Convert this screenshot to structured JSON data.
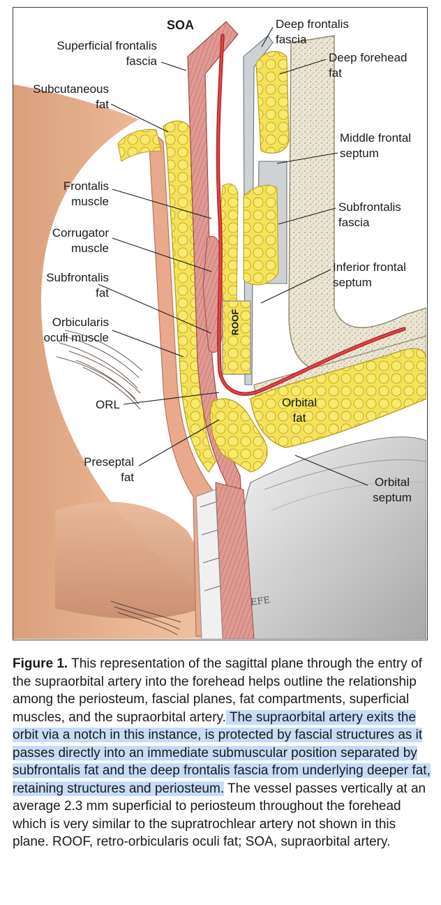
{
  "figure": {
    "labels": {
      "soa": "SOA",
      "superficial_frontalis_fascia_1": "Superficial frontalis",
      "superficial_frontalis_fascia_2": "fascia",
      "subcutaneous_fat_1": "Subcutaneous",
      "subcutaneous_fat_2": "fat",
      "frontalis_muscle_1": "Frontalis",
      "frontalis_muscle_2": "muscle",
      "corrugator_muscle_1": "Corrugator",
      "corrugator_muscle_2": "muscle",
      "subfrontalis_fat_1": "Subfrontalis",
      "subfrontalis_fat_2": "fat",
      "orbicularis_oculi_1": "Orbicularis",
      "orbicularis_oculi_2": "oculi muscle",
      "orl": "ORL",
      "preseptal_fat_1": "Preseptal",
      "preseptal_fat_2": "fat",
      "deep_frontalis_fascia_1": "Deep frontalis",
      "deep_frontalis_fascia_2": "fascia",
      "deep_forehead_fat_1": "Deep forehead",
      "deep_forehead_fat_2": "fat",
      "middle_frontal_septum_1": "Middle frontal",
      "middle_frontal_septum_2": "septum",
      "subfrontalis_fascia_1": "Subfrontalis",
      "subfrontalis_fascia_2": "fascia",
      "inferior_frontal_septum_1": "Inferior frontal",
      "inferior_frontal_septum_2": "septum",
      "roof": "ROOF",
      "orbital_fat_1": "Orbital",
      "orbital_fat_2": "fat",
      "orbital_septum_1": "Orbital",
      "orbital_septum_2": "septum",
      "signature": "EFE"
    },
    "colors": {
      "skin": "#e9b28f",
      "fat": "#f2e04a",
      "muscle": "#d98a8a",
      "artery": "#c0282d",
      "bone": "#e8e2cf",
      "fascia": "#d8d8d8"
    }
  },
  "caption": {
    "label": "Figure 1.",
    "text_plain_1": " This representation of the sagittal plane through the entry of the supraorbital artery into the forehead helps outline the relationship among the periosteum, fascial planes, fat compartments, superficial muscles, and the supraorbital artery.",
    "text_highlighted": " The supraorbital artery exits the orbit via a notch in this instance, is protected by fascial structures as it passes directly into an immediate submuscular position separated by subfrontalis fat and the deep frontalis fascia from underlying deeper fat, retaining structures and periosteum.",
    "text_plain_2": " The vessel passes vertically at an average 2.3 mm superficial to periosteum throughout the forehead which is very similar to the supratrochlear artery not shown in this plane. ROOF, retro-orbicularis oculi fat; SOA, supraorbital artery."
  }
}
